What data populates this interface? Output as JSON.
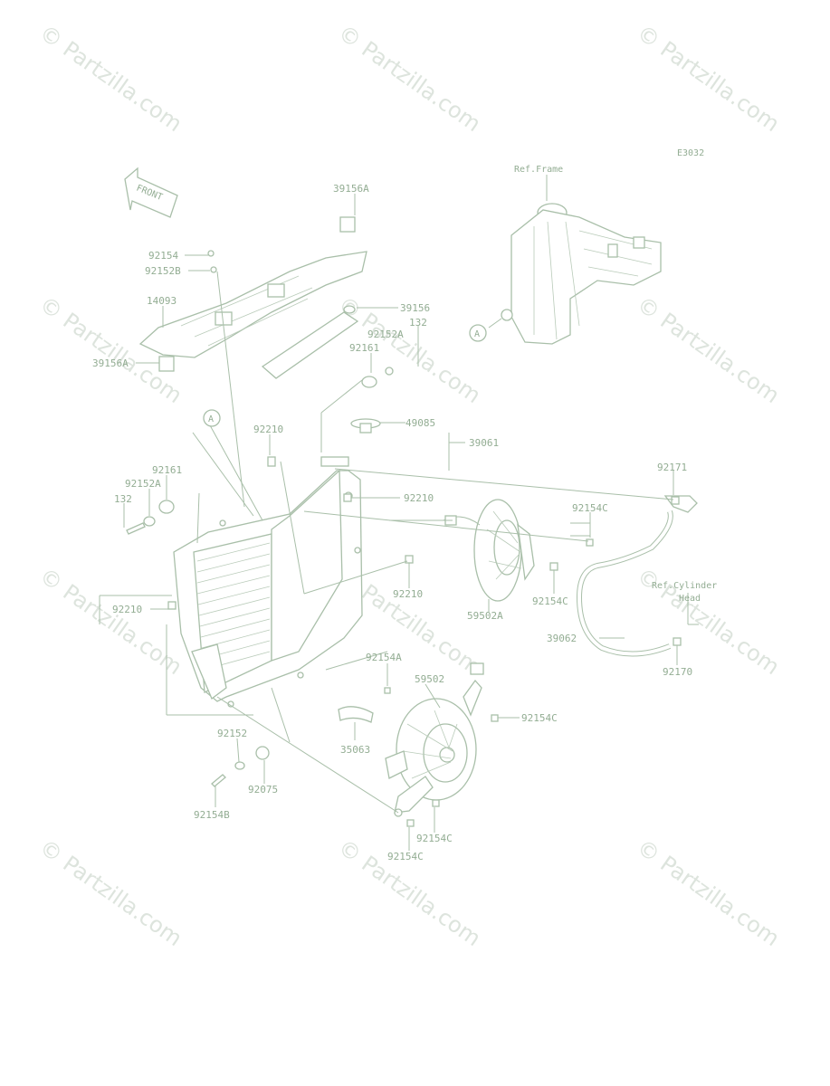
{
  "diagram": {
    "code": "E3032",
    "front_label": "FRONT",
    "ref_frame": "Ref.Frame",
    "ref_cylinder": "Ref.Cylinder",
    "ref_head": "Head",
    "callout": "A",
    "watermark": "© Partzilla.com"
  },
  "parts": {
    "p39156A_top": "39156A",
    "p92154": "92154",
    "p92152B": "92152B",
    "p14093": "14093",
    "p39156": "39156",
    "p132_top": "132",
    "p92152A_top": "92152A",
    "p92161_top": "92161",
    "p39156A_left": "39156A",
    "p49085": "49085",
    "p39061": "39061",
    "p92210_a": "92210",
    "p92161_left": "92161",
    "p92152A_left": "92152A",
    "p132_left": "132",
    "p92210_b": "92210",
    "p92171": "92171",
    "p92154C_a": "92154C",
    "p92154C_b": "92154C",
    "p59502A": "59502A",
    "p92210_c": "92210",
    "p92210_d": "92210",
    "p39062": "39062",
    "p92170": "92170",
    "p92154A": "92154A",
    "p59502": "59502",
    "p92154C_c": "92154C",
    "p92152": "92152",
    "p35063": "35063",
    "p92075": "92075",
    "p92154C_d": "92154C",
    "p92154B": "92154B",
    "p92154C_e": "92154C"
  }
}
